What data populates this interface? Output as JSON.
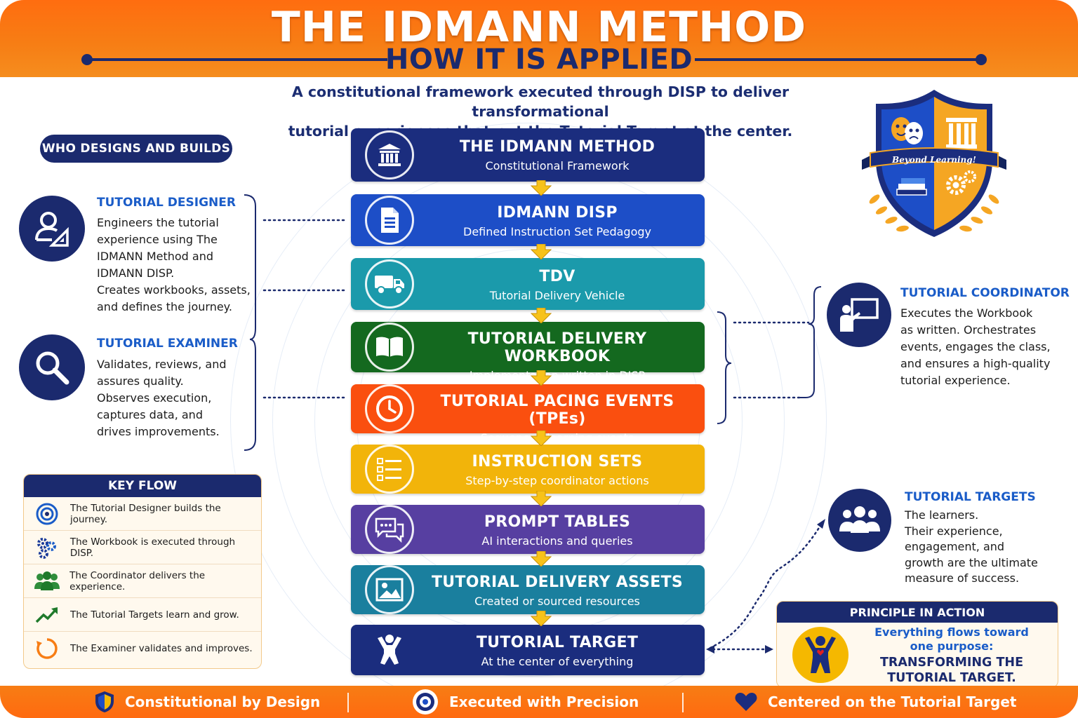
{
  "header": {
    "title": "THE IDMANN METHOD",
    "subtitle": "HOW IT IS APPLIED"
  },
  "tagline": {
    "line1": "A constitutional framework executed through DISP to deliver transformational",
    "line2": "tutorial experiences that put the Tutorial Target at the center."
  },
  "stack": [
    {
      "title": "THE IDMANN METHOD",
      "subtitle": "Constitutional Framework",
      "color": "#1b2d7e",
      "icon": "courthouse-icon"
    },
    {
      "title": "IDMANN DISP",
      "subtitle": "Defined Instruction Set Pedagogy",
      "color": "#1d4ec7",
      "icon": "document-icon"
    },
    {
      "title": "TDV",
      "subtitle": "Tutorial Delivery Vehicle",
      "color": "#1b9aab",
      "icon": "truck-icon"
    },
    {
      "title": "TUTORIAL DELIVERY WORKBOOK",
      "subtitle": "Implementation written in DISP",
      "color": "#14691f",
      "icon": "book-icon"
    },
    {
      "title": "TUTORIAL PACING EVENTS (TPEs)",
      "subtitle": "Sequenced learning events",
      "color": "#fa4f0f",
      "icon": "clock-icon"
    },
    {
      "title": "INSTRUCTION SETS",
      "subtitle": "Step-by-step coordinator actions",
      "color": "#f2b40a",
      "icon": "checklist-icon"
    },
    {
      "title": "PROMPT TABLES",
      "subtitle": "AI interactions and queries",
      "color": "#573fa1",
      "icon": "chat-icon"
    },
    {
      "title": "TUTORIAL DELIVERY ASSETS",
      "subtitle": "Created or sourced resources",
      "color": "#1a7f9e",
      "icon": "image-icon"
    },
    {
      "title": "TUTORIAL TARGET",
      "subtitle": "At the center of everything",
      "color": "#1b2d7e",
      "icon": "person-cheering-icon"
    }
  ],
  "who_badge": "WHO DESIGNS AND BUILDS",
  "designer": {
    "title": "TUTORIAL DESIGNER",
    "lines": [
      "Engineers the tutorial",
      "experience using The",
      "IDMANN Method and",
      "IDMANN DISP.",
      "Creates workbooks, assets,",
      "and defines the journey."
    ]
  },
  "examiner": {
    "title": "TUTORIAL EXAMINER",
    "lines": [
      "Validates, reviews, and",
      "assures quality.",
      "Observes execution,",
      "captures data, and",
      "drives improvements."
    ]
  },
  "key_flow": {
    "title": "KEY FLOW",
    "items": [
      {
        "text": "The Tutorial Designer builds the journey.",
        "icon": "target-icon"
      },
      {
        "text": "The Workbook is executed through DISP.",
        "icon": "gears-icon"
      },
      {
        "text": "The Coordinator delivers the experience.",
        "icon": "group-icon"
      },
      {
        "text": "The Tutorial Targets learn and grow.",
        "icon": "trend-up-icon"
      },
      {
        "text": "The Examiner validates and improves.",
        "icon": "cycle-icon"
      }
    ]
  },
  "shield": {
    "banner": "Beyond Learning!"
  },
  "coordinator": {
    "title": "TUTORIAL COORDINATOR",
    "lines": [
      "Executes the Workbook",
      "as written. Orchestrates",
      "events, engages the class,",
      "and ensures a high-quality",
      "tutorial experience."
    ]
  },
  "targets": {
    "title": "TUTORIAL TARGETS",
    "lines": [
      "The learners.",
      "Their experience,",
      "engagement, and",
      "growth are the ultimate",
      "measure of success."
    ]
  },
  "principle": {
    "title": "PRINCIPLE IN ACTION",
    "line1a": "Everything flows toward",
    "line1b": "one purpose:",
    "line2a": "TRANSFORMING THE",
    "line2b": "TUTORIAL TARGET."
  },
  "footer": [
    {
      "label": "Constitutional by Design",
      "icon": "shield-icon"
    },
    {
      "label": "Executed with Precision",
      "icon": "bullseye-icon"
    },
    {
      "label": "Centered on the Tutorial Target",
      "icon": "heart-icon"
    }
  ],
  "colors": {
    "navy": "#1b2a6e",
    "orange": "#f77d14",
    "accent_blue": "#1a5cc8",
    "gold": "#f5b800"
  }
}
